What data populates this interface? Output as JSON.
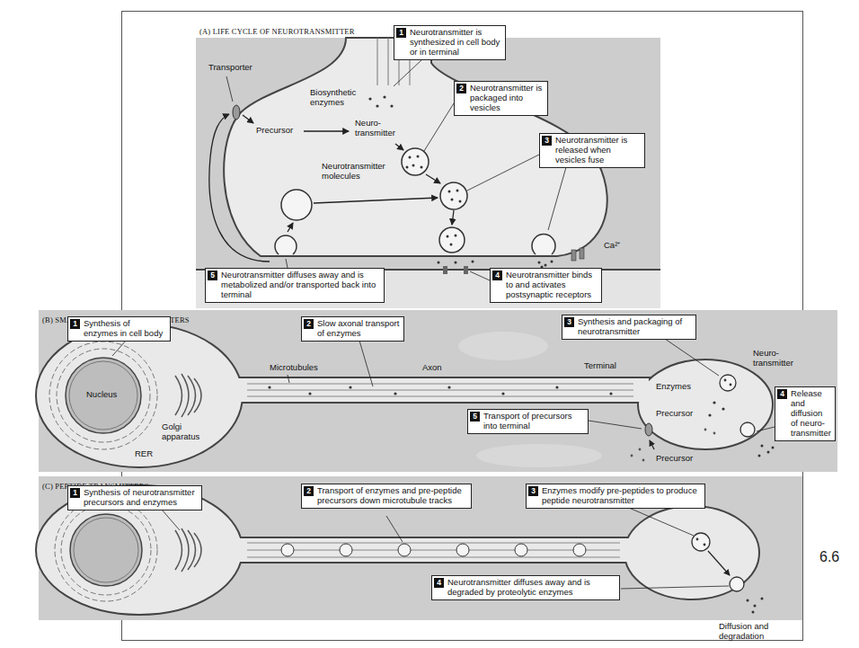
{
  "diagram": {
    "nodes": [
      {
        "text": [
          "(A) LIFE CYCLE OF NEUROTRANSMITTER"
        ]
      },
      {
        "text": [
          "1",
          "Neurotransmitter is synthesized in cell body or in terminal"
        ],
        "in": 0
      },
      {
        "text": [
          "2",
          "Neurotransmitter is packaged into vesicles"
        ],
        "in": 0
      },
      {
        "text": [
          "3",
          "Neurotransmitter is released when vesicles fuse"
        ],
        "in": 0
      },
      {
        "text": [
          "4",
          "Neurotransmitter binds to and activates postsynaptic receptors"
        ],
        "in": 0
      },
      {
        "text": [
          "5",
          "Neurotransmitter diffuses away and is metabolized and/or transported back into terminal"
        ],
        "in": 0
      },
      {
        "text": [
          "(B) SMALL-MOLECULE TRANSMITTERS"
        ]
      },
      {
        "text": [
          "1",
          "Synthesis of enzymes in cell body"
        ],
        "in": 6
      },
      {
        "text": [
          "2",
          "Slow axonal transport of enzymes"
        ],
        "in": 6
      },
      {
        "text": [
          "3",
          "Synthesis and packaging of neurotransmitter"
        ],
        "in": 6
      },
      {
        "text": [
          "4",
          "Release and diffusion of neuro- transmitter"
        ],
        "in": 6
      },
      {
        "text": [
          "5",
          "Transport of precursors into terminal"
        ],
        "in": 6
      },
      {
        "text": [
          "(C) PEPTIDE TRANSMITTERS"
        ]
      },
      {
        "text": [
          "1",
          "Synthesis of neurotransmitter precursors and enzymes"
        ],
        "in": 12
      },
      {
        "text": [
          "2",
          "Transport of enzymes and pre-peptide precursors down microtubule tracks"
        ],
        "in": 12
      },
      {
        "text": [
          "3",
          "Enzymes modify pre-peptides to produce peptide neurotransmitter"
        ],
        "in": 12
      },
      {
        "text": [
          "4",
          "Neurotransmitter diffuses away and is degraded by proteolytic enzymes"
        ],
        "in": 12
      }
    ],
    "labels": [
      "Transporter",
      "Biosynthetic enzymes",
      "Precursor",
      "Neuro- transmitter",
      "Neurotransmitter molecules",
      "Ca²⁺",
      "Nucleus",
      "RER",
      "Golgi apparatus",
      "Microtubules",
      "Axon",
      "Terminal",
      "Enzymes",
      "Neuro- transmitter",
      "Precursor",
      "Precursor",
      "Diffusion and degradation",
      "6.6"
    ]
  }
}
